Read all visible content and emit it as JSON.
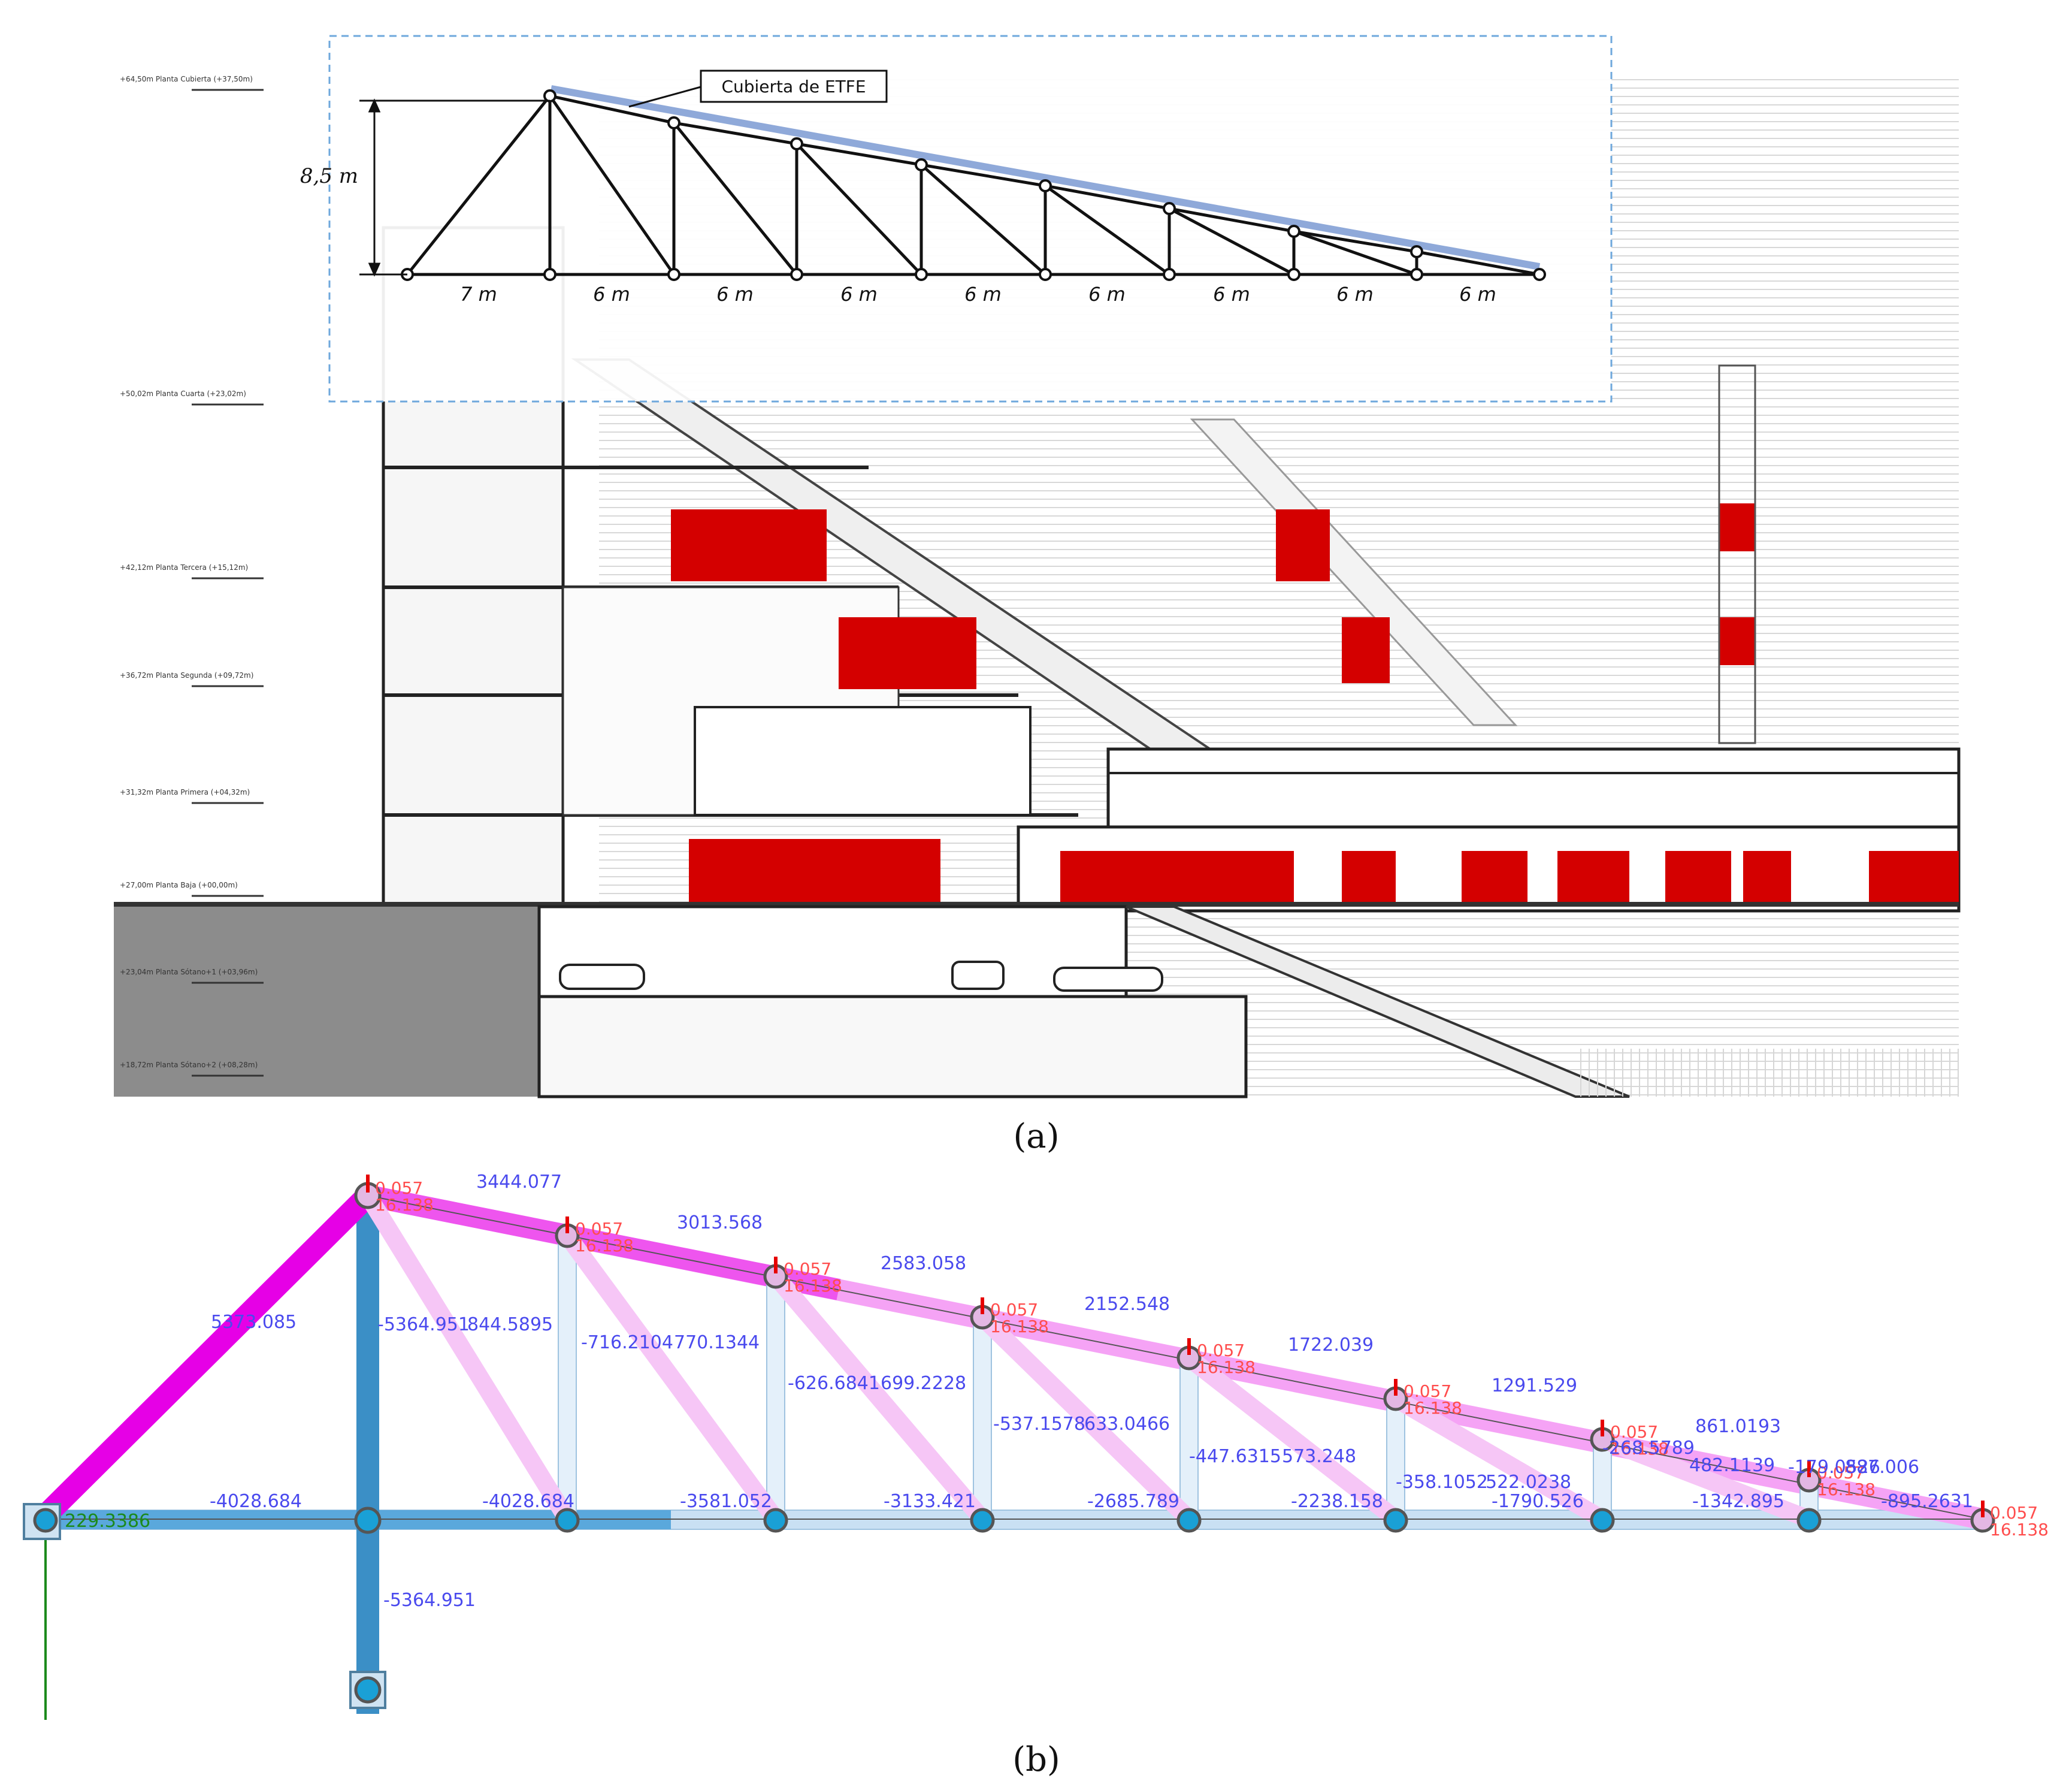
{
  "panel_a": {
    "caption": "(a)",
    "callout": "Cubierta de ETFE",
    "height_label": "8,5 m",
    "spans": [
      "7 m",
      "6 m",
      "6 m",
      "6 m",
      "6 m",
      "6 m",
      "6 m",
      "6 m",
      "6 m"
    ],
    "levels": [
      "+64,50m Planta Cubierta (+37,50m)",
      "+50,02m Planta Cuarta (+23,02m)",
      "+42,12m Planta Tercera (+15,12m)",
      "+36,72m Planta Segunda (+09,72m)",
      "+31,32m Planta Primera (+04,32m)",
      "+27,00m Planta Baja (+00,00m)",
      "+23,04m Planta Sótano+1 (+03,96m)",
      "+18,72m Planta Sótano+2 (+08,28m)"
    ]
  },
  "panel_b": {
    "caption": "(b)",
    "node_load_a": "0.057",
    "node_load_b": "16.138",
    "top_chord_forces": [
      "3444.077",
      "3013.568",
      "2583.058",
      "2152.548",
      "1722.039",
      "1291.529",
      "861.0193",
      "887.006"
    ],
    "inclined_member_force": "5373.085",
    "post_forces": [
      "-5364.951",
      "-716.2104",
      "-626.6841",
      "-537.1578",
      "-447.6315",
      "-358.1052",
      "-268.5789",
      "-179.0526"
    ],
    "diagonal_forces": [
      "844.5895",
      "770.1344",
      "699.2228",
      "633.0466",
      "573.248",
      "522.0238",
      "482.1139"
    ],
    "bottom_chord_forces": [
      "-4028.684",
      "-4028.684",
      "-3581.052",
      "-3133.421",
      "-2685.789",
      "-2238.158",
      "-1790.526",
      "-1342.895",
      "-895.2631"
    ],
    "column_force": "-5364.951",
    "support_reaction": "229.3386"
  }
}
